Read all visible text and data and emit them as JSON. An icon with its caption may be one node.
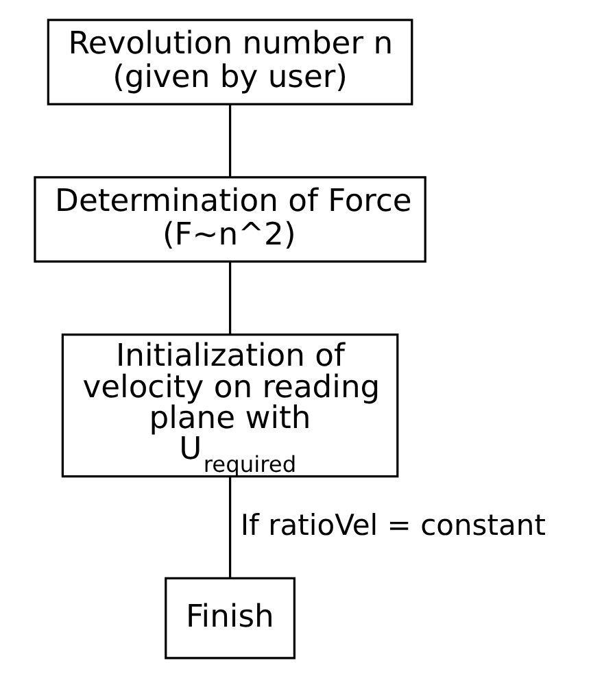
{
  "diagram": {
    "nodes": [
      {
        "text": [
          "Revolution number n (given by user)"
        ]
      },
      {
        "text": [
          "Determination of Force (F~n^2)"
        ]
      },
      {
        "text": [
          "Initialization of velocity on reading plane with U$_{required}$"
        ]
      },
      {
        "text": [
          "Finish"
        ]
      }
    ],
    "edges": [
      {
        "from": 0,
        "to": 1,
        "arrow": "none"
      },
      {
        "from": 1,
        "to": 2,
        "arrow": "none"
      },
      {
        "from": 2,
        "to": 3,
        "arrow": "none",
        "label": "If ratioVel = constant"
      }
    ]
  }
}
